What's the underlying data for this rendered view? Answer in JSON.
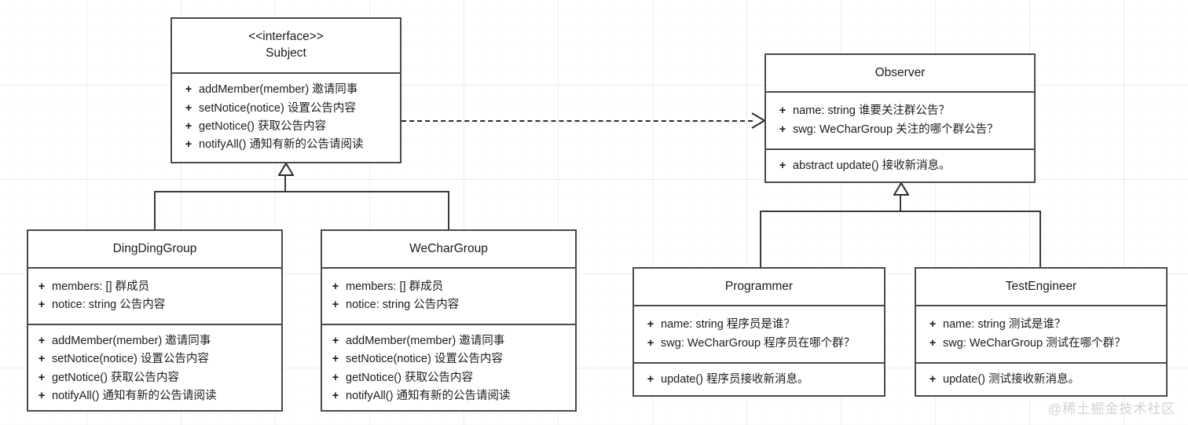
{
  "diagram": {
    "title": "Observer pattern UML class diagram",
    "watermark": "@稀土掘金技术社区",
    "colors": {
      "box_border": "#4a4a4a",
      "connector": "#3a3a3a",
      "text": "#1c1c1c",
      "grid_minor": "#fafafa",
      "grid_major": "#ededed",
      "watermark": "#d2d2d2"
    }
  },
  "classes": {
    "subject": {
      "stereotype": "<<interface>>",
      "name": "Subject",
      "attributes": [],
      "methods": [
        {
          "visibility": "+",
          "text": "addMember(member) 邀请同事"
        },
        {
          "visibility": "+",
          "text": "setNotice(notice) 设置公告内容"
        },
        {
          "visibility": "+",
          "text": "getNotice() 获取公告内容"
        },
        {
          "visibility": "+",
          "text": "notifyAll() 通知有新的公告请阅读"
        }
      ]
    },
    "observer": {
      "name": "Observer",
      "attributes": [
        {
          "visibility": "+",
          "text": "name: string 谁要关注群公告？"
        },
        {
          "visibility": "+",
          "text": "swg: WeCharGroup 关注的哪个群公告？"
        }
      ],
      "methods": [
        {
          "visibility": "+",
          "text": "abstract update() 接收新消息。"
        }
      ]
    },
    "dingdinggroup": {
      "name": "DingDingGroup",
      "attributes": [
        {
          "visibility": "+",
          "text": "members: [] 群成员"
        },
        {
          "visibility": "+",
          "text": "notice: string 公告内容"
        }
      ],
      "methods": [
        {
          "visibility": "+",
          "text": "addMember(member) 邀请同事"
        },
        {
          "visibility": "+",
          "text": "setNotice(notice) 设置公告内容"
        },
        {
          "visibility": "+",
          "text": "getNotice() 获取公告内容"
        },
        {
          "visibility": "+",
          "text": "notifyAll() 通知有新的公告请阅读"
        }
      ]
    },
    "wechargroup": {
      "name": "WeCharGroup",
      "attributes": [
        {
          "visibility": "+",
          "text": "members: [] 群成员"
        },
        {
          "visibility": "+",
          "text": "notice: string 公告内容"
        }
      ],
      "methods": [
        {
          "visibility": "+",
          "text": "addMember(member) 邀请同事"
        },
        {
          "visibility": "+",
          "text": "setNotice(notice) 设置公告内容"
        },
        {
          "visibility": "+",
          "text": "getNotice() 获取公告内容"
        },
        {
          "visibility": "+",
          "text": "notifyAll() 通知有新的公告请阅读"
        }
      ]
    },
    "programmer": {
      "name": "Programmer",
      "attributes": [
        {
          "visibility": "+",
          "text": "name: string 程序员是谁？"
        },
        {
          "visibility": "+",
          "text": "swg: WeCharGroup 程序员在哪个群？"
        }
      ],
      "methods": [
        {
          "visibility": "+",
          "text": "update() 程序员接收新消息。"
        }
      ]
    },
    "testengineer": {
      "name": "TestEngineer",
      "attributes": [
        {
          "visibility": "+",
          "text": "name: string 测试是谁？"
        },
        {
          "visibility": "+",
          "text": "swg: WeCharGroup 测试在哪个群？"
        }
      ],
      "methods": [
        {
          "visibility": "+",
          "text": "update() 测试接收新消息。"
        }
      ]
    }
  },
  "relationships": [
    {
      "type": "dependency",
      "from": "Subject",
      "to": "Observer",
      "style": "dashed-open-arrow"
    },
    {
      "type": "generalization",
      "from": "DingDingGroup",
      "to": "Subject",
      "style": "solid-hollow-triangle"
    },
    {
      "type": "generalization",
      "from": "WeCharGroup",
      "to": "Subject",
      "style": "solid-hollow-triangle"
    },
    {
      "type": "generalization",
      "from": "Programmer",
      "to": "Observer",
      "style": "solid-hollow-triangle"
    },
    {
      "type": "generalization",
      "from": "TestEngineer",
      "to": "Observer",
      "style": "solid-hollow-triangle"
    }
  ]
}
